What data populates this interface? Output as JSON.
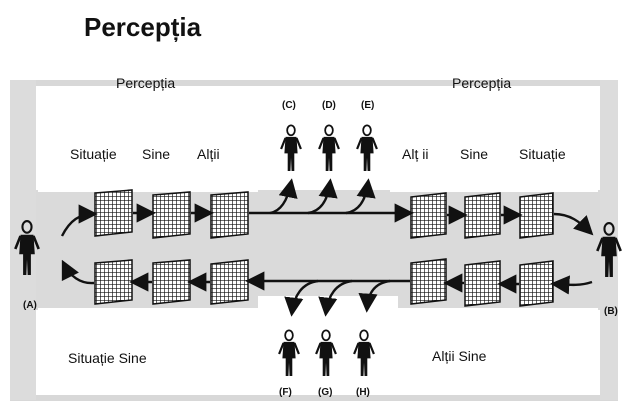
{
  "title": "Percepția",
  "left_header": "Percepția",
  "right_header": "Percepția",
  "top_left_filters": [
    "Situație",
    "Sine",
    "Alții"
  ],
  "top_right_filters": [
    "Alț ii",
    "Sine",
    "Situație"
  ],
  "bottom_left": "Situație Sine",
  "bottom_right": "Alții Sine",
  "persons": {
    "A": "(A)",
    "B": "(B)",
    "C": "(C)",
    "D": "(D)",
    "E": "(E)",
    "F": "(F)",
    "G": "(G)",
    "H": "(H)"
  }
}
